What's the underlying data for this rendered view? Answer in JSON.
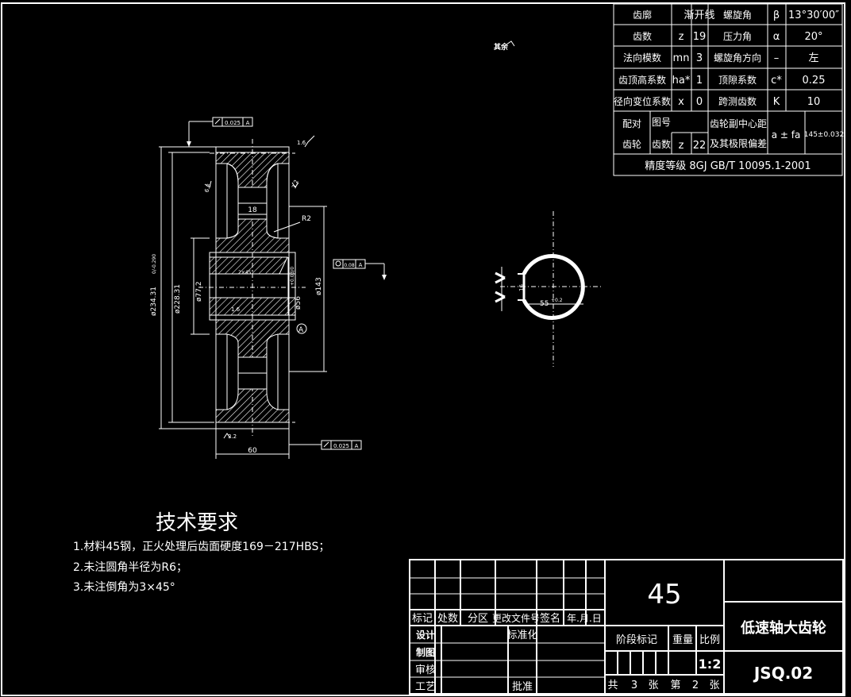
{
  "param_table": {
    "rows": [
      [
        "齿廓",
        "",
        "渐开线",
        "螺旋角",
        "β",
        "13°30′00″"
      ],
      [
        "齿数",
        "z",
        "19",
        "压力角",
        "α",
        "20°"
      ],
      [
        "法向模数",
        "mn",
        "3",
        "螺旋角方向",
        "–",
        "左"
      ],
      [
        "齿顶高系数",
        "ha*",
        "1",
        "顶隙系数",
        "c*",
        "0.25"
      ],
      [
        "径向变位系数",
        "x",
        "0",
        "跨测齿数",
        "K",
        "10"
      ]
    ],
    "pair_label_1": "配对",
    "pair_label_2": "齿轮",
    "pair_fig_label": "图号",
    "pair_teeth_label": "齿数",
    "pair_teeth_sym": "z",
    "pair_teeth_val": "22",
    "center_dist_label_1": "齿轮副中心距",
    "center_dist_label_2": "及其极限偏差",
    "center_dist_sym": "a ± fa",
    "center_dist_val": "145±0.032",
    "precision": "精度等级  8GJ  GB/T  10095.1-2001"
  },
  "drawing": {
    "tol_top": "0.025",
    "tol_top_ref": "A",
    "tol_bottom": "0.025",
    "tol_bottom_ref": "A",
    "tol_bore": "0.08",
    "tol_bore_ref": "A",
    "rough_top": "1.6",
    "rough_left": "6.3",
    "rough_right": "3.2",
    "rough_bore": "1.6",
    "rough_bottom": "3.2",
    "dim_18": "18",
    "dim_r2": "R2",
    "dim_chamfer": "2×45°",
    "dim_od": "ø234.31",
    "dim_od_tol": "0/-0.290",
    "dim_pitch": "ø228.31",
    "dim_hub": "ø77.2",
    "dim_bore": "ø56",
    "dim_bore_tol": "+0.03/0",
    "dim_143": "ø143",
    "dim_datum": "A",
    "dim_width": "60",
    "keyway_depth": "55",
    "keyway_tol": "+0.2",
    "keyway_width": "16",
    "small_note": "其余"
  },
  "notes": {
    "title": "技术要求",
    "items": [
      "1.材料45钢，正火处理后齿面硬度169－217HBS；",
      "2.未注圆角半径为R6；",
      "3.未注倒角为3×45°"
    ]
  },
  "title_block": {
    "material": "45",
    "part_name": "低速轴大齿轮",
    "drawing_no": "JSQ.02",
    "hdr_mark": "标记",
    "hdr_count": "处数",
    "hdr_zone": "分区",
    "hdr_docno": "更改文件号",
    "hdr_sign": "签名",
    "hdr_date": "年.月.日",
    "designer": "设计",
    "standardize": "标准化",
    "drafter": "制图",
    "reviewer": "审核",
    "process": "工艺",
    "approve": "批准",
    "stage_mark": "阶段标记",
    "weight": "重量",
    "scale_label": "比例",
    "scale_val": "1:2",
    "sheet_total_label": "共",
    "sheet_total": "3",
    "sheet_unit": "张",
    "sheet_no_label": "第",
    "sheet_no": "2",
    "sheet_unit2": "张"
  }
}
